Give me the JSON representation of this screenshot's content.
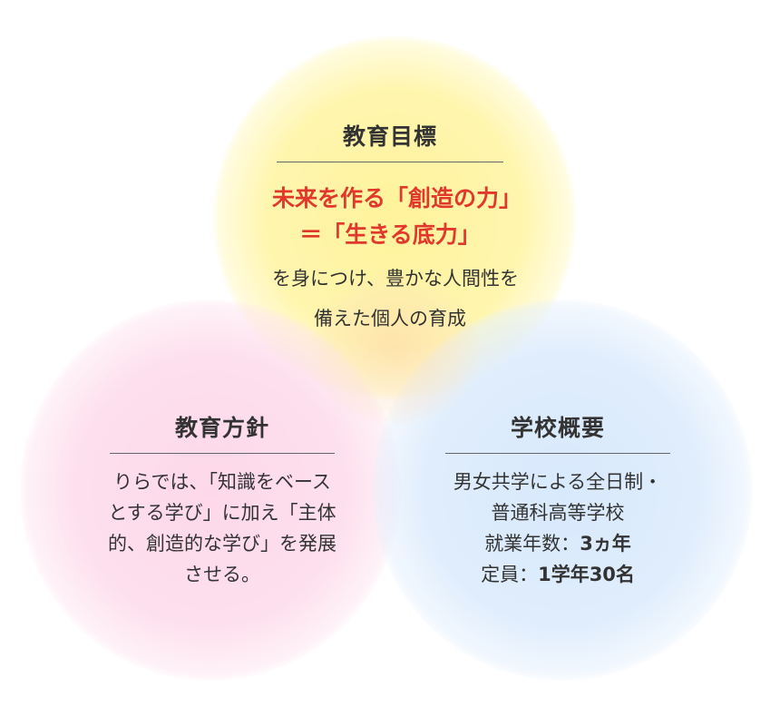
{
  "colors": {
    "highlight": "#e2382b",
    "circle_yellow": "#fff396",
    "circle_pink": "#fdd6e8",
    "circle_blue": "#d6e8fc",
    "text": "#333333"
  },
  "goal": {
    "title": "教育目標",
    "highlight_line1": "未来を作る「創造の力」",
    "highlight_line2": "＝「生きる底力」",
    "text_line1": "を身につけ、豊かな人間性を",
    "text_line2": "備えた個人の育成"
  },
  "policy": {
    "title": "教育方針",
    "text_line1": "りらでは、「知識をベース",
    "text_line2": "とする学び」に加え「主体",
    "text_line3": "的、創造的な学び」を発展",
    "text_line4": "させる。"
  },
  "overview": {
    "title": "学校概要",
    "text_line1": "男女共学による全日制・",
    "text_line2": "普通科高等学校",
    "years_label": "就業年数：",
    "years_value": "3ヵ年",
    "capacity_label": "定員：",
    "capacity_value": "1学年30名"
  }
}
